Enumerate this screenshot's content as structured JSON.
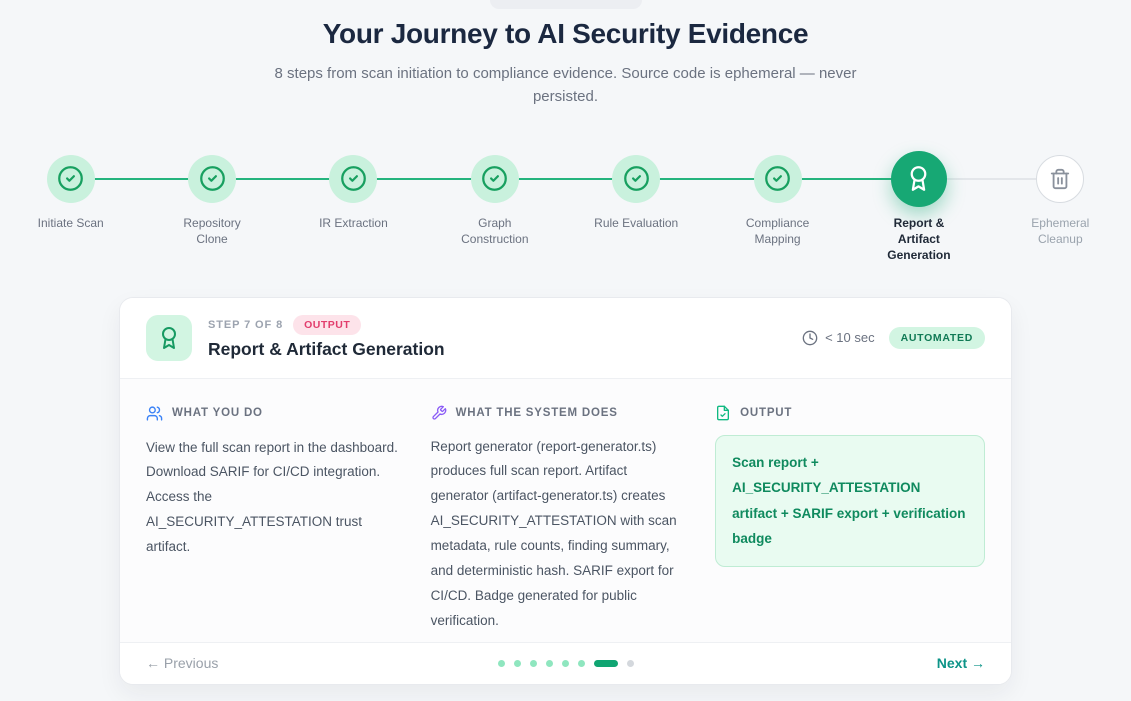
{
  "hero": {
    "title": "Your Journey to AI Security Evidence",
    "subtitle": "8 steps from scan initiation to compliance evidence. Source code is ephemeral — never persisted."
  },
  "stepper": {
    "steps": [
      {
        "label": "Initiate Scan",
        "state": "completed",
        "icon": "check-circle-icon"
      },
      {
        "label": "Repository Clone",
        "state": "completed",
        "icon": "check-circle-icon"
      },
      {
        "label": "IR Extraction",
        "state": "completed",
        "icon": "check-circle-icon"
      },
      {
        "label": "Graph Construction",
        "state": "completed",
        "icon": "check-circle-icon"
      },
      {
        "label": "Rule Evaluation",
        "state": "completed",
        "icon": "check-circle-icon"
      },
      {
        "label": "Compliance Mapping",
        "state": "completed",
        "icon": "check-circle-icon"
      },
      {
        "label": "Report & Artifact Generation",
        "state": "active",
        "icon": "award-icon"
      },
      {
        "label": "Ephemeral Cleanup",
        "state": "upcoming",
        "icon": "trash-icon"
      }
    ]
  },
  "card": {
    "step_count": "STEP 7 OF 8",
    "phase_badge": "OUTPUT",
    "title": "Report & Artifact Generation",
    "duration": "< 10 sec",
    "automation_badge": "AUTOMATED",
    "columns": [
      {
        "heading": "WHAT YOU DO",
        "icon": "users-icon",
        "body": "View the full scan report in the dashboard. Download SARIF for CI/CD integration. Access the AI_SECURITY_ATTESTATION trust artifact."
      },
      {
        "heading": "WHAT THE SYSTEM DOES",
        "icon": "wrench-icon",
        "body": "Report generator (report-generator.ts) produces full scan report. Artifact generator (artifact-generator.ts) creates AI_SECURITY_ATTESTATION with scan metadata, rule counts, finding summary, and deterministic hash. SARIF export for CI/CD. Badge generated for public verification."
      },
      {
        "heading": "OUTPUT",
        "icon": "file-check-icon",
        "output_box": "Scan report + AI_SECURITY_ATTESTATION artifact + SARIF export + verification badge"
      }
    ],
    "footer": {
      "previous": "← Previous",
      "next": "Next →",
      "dot_states": [
        "done",
        "done",
        "done",
        "done",
        "done",
        "done",
        "active",
        "upcoming"
      ]
    }
  },
  "colors": {
    "accent_green": "#17a874",
    "light_green_bg": "#c9f1dd",
    "progress_line": "#25b47e",
    "output_badge_pink": "#e23d6d",
    "automated_badge_green": "#107a55",
    "next_link_teal": "#0d9488",
    "title_navy": "#1b2840",
    "page_bg": "#f5f7f9"
  }
}
